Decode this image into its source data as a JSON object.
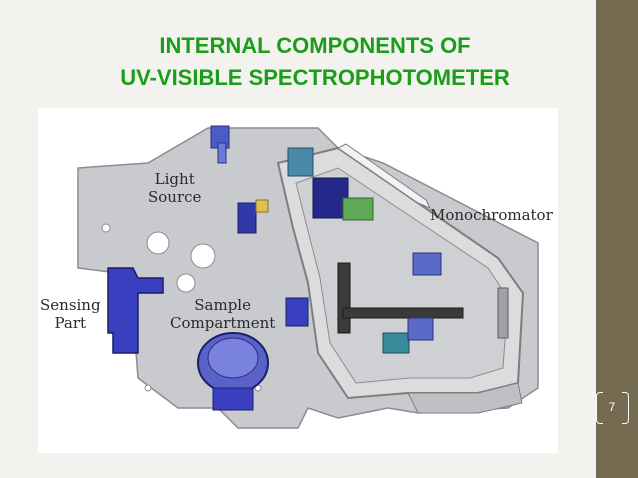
{
  "slide": {
    "title_line1": "INTERNAL COMPONENTS OF",
    "title_line2": "UV-VISIBLE SPECTROPHOTOMETER",
    "page_number": "7"
  },
  "diagram": {
    "labels": {
      "light_source_1": "Light",
      "light_source_2": "Source",
      "monochromator": "Monochromator",
      "sensing_part_1": "Sensing",
      "sensing_part_2": "Part",
      "sample_compartment_1": "Sample",
      "sample_compartment_2": "Compartment"
    }
  },
  "colors": {
    "title": "#1a9e1a",
    "sidebar": "#736a4f",
    "plate": "#c9cace",
    "component_blue": "#3a3fbf"
  }
}
